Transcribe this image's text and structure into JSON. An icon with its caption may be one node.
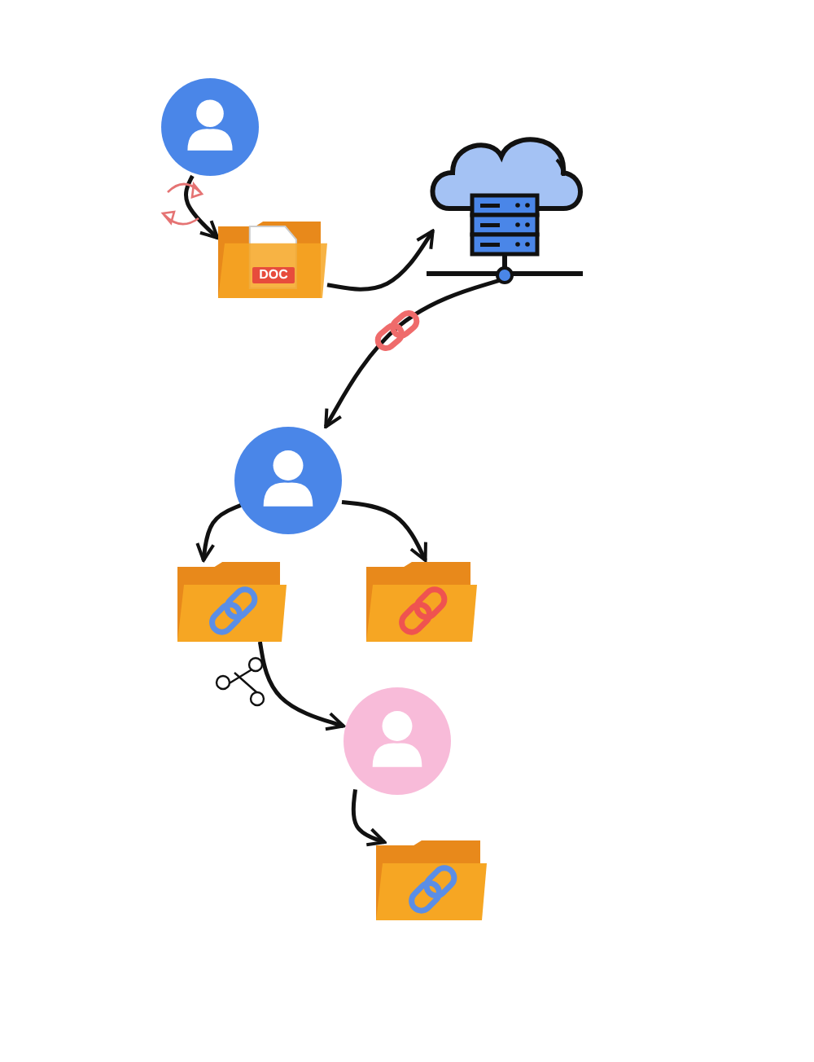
{
  "diagram": {
    "nodes": [
      {
        "text": [],
        "shape": "person"
      },
      {
        "text": [
          "DOC"
        ]
      },
      {
        "text": [],
        "shape": "cloud"
      },
      {
        "text": [],
        "shape": "person"
      },
      {
        "text": [],
        "shape": "folder"
      },
      {
        "text": [],
        "shape": "folder"
      },
      {
        "text": [],
        "shape": "person"
      },
      {
        "text": [],
        "shape": "folder"
      }
    ],
    "edges": [
      {
        "from": 0,
        "to": 1,
        "arrow": "to"
      },
      {
        "from": 1,
        "to": 2,
        "arrow": "to"
      },
      {
        "from": 2,
        "to": 3,
        "arrow": "to"
      },
      {
        "from": 3,
        "to": 4,
        "arrow": "to"
      },
      {
        "from": 3,
        "to": 5,
        "arrow": "to"
      },
      {
        "from": 4,
        "to": 6,
        "arrow": "to"
      },
      {
        "from": 6,
        "to": 7,
        "arrow": "to"
      }
    ]
  }
}
